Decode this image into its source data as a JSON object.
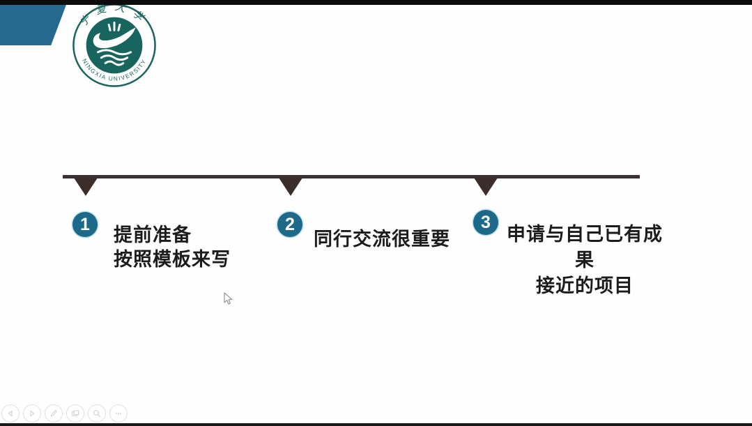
{
  "window": {
    "top_strip_color": "#0c0c0c",
    "bottom_strip_color": "#191919"
  },
  "slide": {
    "background": "#fefefe",
    "accent_shape": {
      "shape": "parallelogram",
      "color": "#26698e"
    },
    "logo": {
      "top_text": "宁夏大学",
      "bottom_text": "NINGXIA UNIVERSITY",
      "color": "#1c665f"
    },
    "timeline": {
      "line_color": "#3a3132",
      "marker_color": "#3b2d2a",
      "node_color": "#1d6989",
      "items": [
        {
          "number": "1",
          "lines": [
            "提前准备",
            "按照模板来写"
          ]
        },
        {
          "number": "2",
          "lines": [
            "同行交流很重要"
          ]
        },
        {
          "number": "3",
          "lines": [
            "申请与自己已有成果",
            "接近的项目"
          ]
        }
      ]
    }
  },
  "player_controls": {
    "buttons": [
      {
        "id": "previous-slide",
        "icon": "left-arrow-icon"
      },
      {
        "id": "next-slide",
        "icon": "right-arrow-icon"
      },
      {
        "id": "annotate-pen",
        "icon": "pen-icon"
      },
      {
        "id": "slide-panel",
        "icon": "slides-icon"
      },
      {
        "id": "zoom-search",
        "icon": "magnifier-icon"
      },
      {
        "id": "more-options",
        "icon": "ellipsis-icon"
      }
    ]
  }
}
